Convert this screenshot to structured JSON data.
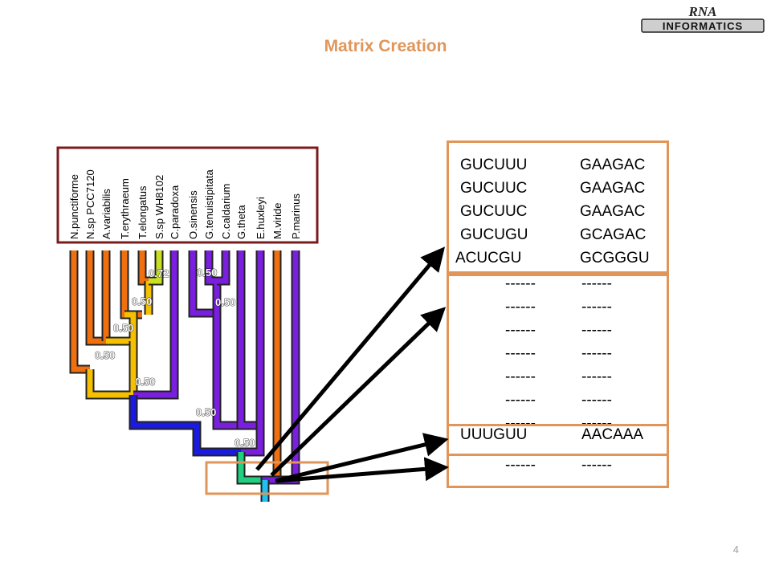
{
  "header": {
    "title": "Matrix Creation",
    "title_color": "#e0965a",
    "logo_text": "RNA INFORMATICS"
  },
  "footer": {
    "page_number": "4"
  },
  "tree": {
    "species": [
      "N.punctiforme",
      "N.sp PCC7120",
      "A.variabilis",
      "T.erythraeum",
      "T.elongatus",
      "S.sp WH8102",
      "C.paradoxa",
      "O.sinensis",
      "G.tenuistipitata",
      "C.caldarium",
      "G.theta",
      "E.huxleyi",
      "M.viride",
      "P.marinus"
    ],
    "node_labels": [
      "0.72",
      "0.50",
      "0.50",
      "0.50",
      "0.50",
      "0.50",
      "0.50",
      "0.50",
      "0.50"
    ],
    "species_box_color": "#7b1c1c",
    "highlight_box_color": "#e0965a"
  },
  "alignment": {
    "group1": [
      {
        "left": "GUCUUU",
        "right": "GAAGAC"
      },
      {
        "left": "GUCUUC",
        "right": "GAAGAC"
      },
      {
        "left": "GUCUUC",
        "right": "GAAGAC"
      },
      {
        "left": "GUCUGU",
        "right": "GCAGAC"
      },
      {
        "left": "ACUCGU",
        "right": "GCGGGU"
      }
    ],
    "group2": [
      {
        "left": "------",
        "right": "------"
      },
      {
        "left": "------",
        "right": "------"
      },
      {
        "left": "------",
        "right": "------"
      },
      {
        "left": "------",
        "right": "------"
      },
      {
        "left": "------",
        "right": "------"
      },
      {
        "left": "------",
        "right": "------"
      },
      {
        "left": "------",
        "right": "------"
      }
    ],
    "group3": [
      {
        "left": "UUUGUU",
        "right": "AACAAA"
      }
    ],
    "group4": [
      {
        "left": "------",
        "right": "------"
      }
    ],
    "box_color": "#e0965a"
  }
}
